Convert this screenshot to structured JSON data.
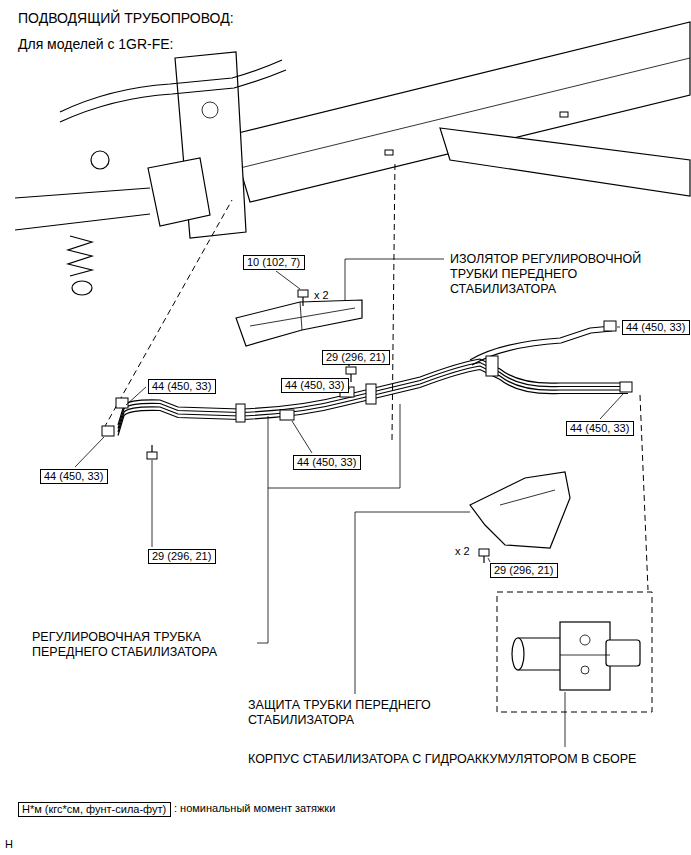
{
  "diagram": {
    "title": "ПОДВОДЯЩИЙ ТРУБОПРОВОД:",
    "nodes": [
      {
        "text": [
          "10 (102, 7)"
        ]
      },
      {
        "text": [
          "44 (450, 33)"
        ]
      },
      {
        "text": [
          "29 (296, 21)"
        ]
      },
      {
        "text": [
          "44 (450, 33)"
        ]
      },
      {
        "text": [
          "44 (450, 33)"
        ]
      },
      {
        "text": [
          "44 (450, 33)"
        ]
      },
      {
        "text": [
          "44 (450, 33)"
        ]
      },
      {
        "text": [
          "44 (450, 33)"
        ]
      },
      {
        "text": [
          "29 (296, 21)"
        ]
      },
      {
        "text": [
          "29 (296, 21)"
        ]
      },
      {
        "text": [
          "Н*м (кгс*см, фунт-сила-фут)"
        ]
      }
    ],
    "labels": [
      "Для моделей с 1GR-FE:",
      "ИЗОЛЯТОР РЕГУЛИРОВОЧНОЙ ТРУБКИ ПЕРЕДНЕГО СТАБИЛИЗАТОРА",
      "x 2",
      "x 2",
      "РЕГУЛИРОВОЧНАЯ ТРУБКА ПЕРЕДНЕГО СТАБИЛИЗАТОРА",
      "ЗАЩИТА ТРУБКИ ПЕРЕДНЕГО СТАБИЛИЗАТОРА",
      "КОРПУС СТАБИЛИЗАТОРА С ГИДРОАККУМУЛЯТОРОМ В СБОРЕ",
      ": номинальный момент затяжки",
      "H"
    ]
  }
}
